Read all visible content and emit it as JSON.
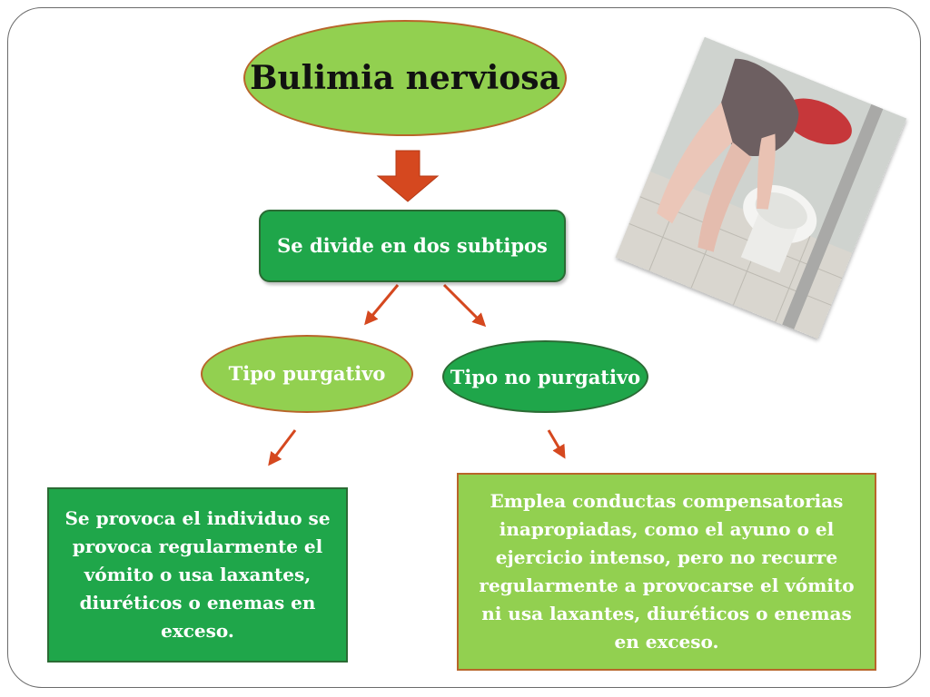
{
  "diagram": {
    "title": "Bulimia nerviosa",
    "divide": "Se divide en dos subtipos",
    "purgativo": "Tipo purgativo",
    "no_purgativo": "Tipo no purgativo",
    "purgativo_desc": "Se provoca el individuo se provoca regularmente el vómito o usa laxantes, diuréticos o enemas en exceso.",
    "no_purgativo_desc": "Emplea conductas compensatorias inapropiadas, como el ayuno o el ejercicio intenso, pero no recurre regularmente a provocarse el vómito ni usa laxantes, diuréticos o enemas en exceso."
  },
  "colors": {
    "light_green": "#92d050",
    "dark_green": "#1fa64a",
    "arrow_orange": "#d5481f",
    "outline_brown": "#b8652a"
  },
  "icons": {
    "main_arrow": "down-arrow-icon",
    "branch_arrows": "diagonal-arrow-icon"
  }
}
